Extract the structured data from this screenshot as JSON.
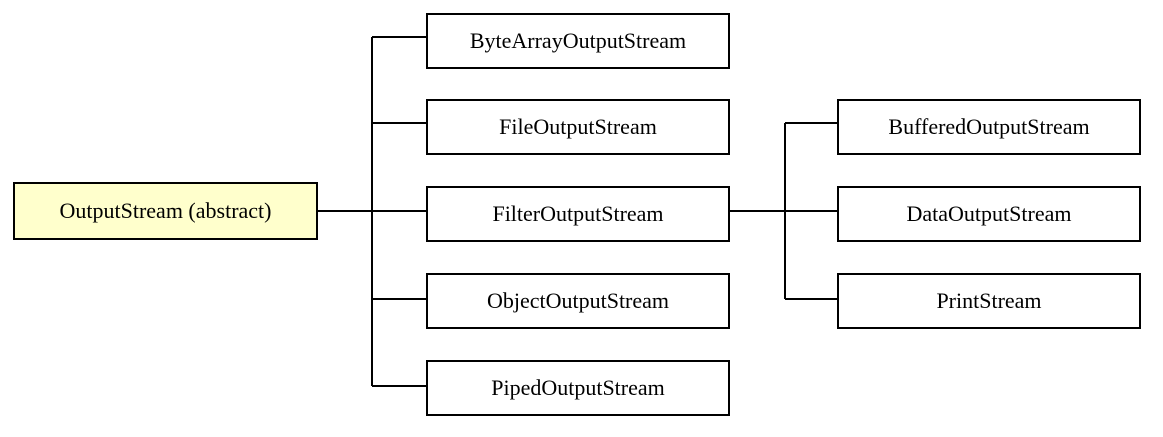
{
  "colors": {
    "root_fill": "#ffffcc",
    "node_fill": "#ffffff",
    "line": "#000000"
  },
  "root": {
    "label": "OutputStream (abstract)"
  },
  "subclasses": [
    {
      "label": "ByteArrayOutputStream"
    },
    {
      "label": "FileOutputStream"
    },
    {
      "label": "FilterOutputStream"
    },
    {
      "label": "ObjectOutputStream"
    },
    {
      "label": "PipedOutputStream"
    }
  ],
  "filter_subclasses": [
    {
      "label": "BufferedOutputStream"
    },
    {
      "label": "DataOutputStream"
    },
    {
      "label": "PrintStream"
    }
  ]
}
